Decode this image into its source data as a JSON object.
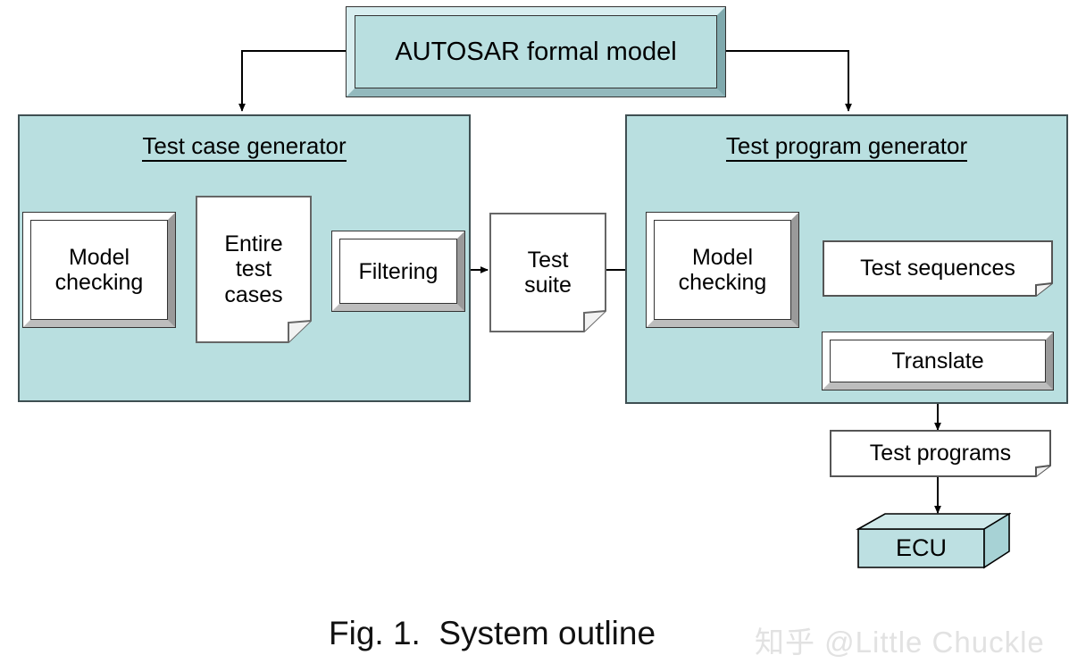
{
  "figure": {
    "caption": "Fig. 1.  System outline",
    "watermark": "知乎 @Little Chuckle",
    "colors": {
      "panel_fill": "#b9dfe0",
      "panel_border": "#3f4f52",
      "box_fill": "#ffffff",
      "bevel_light": "#ffffff",
      "bevel_shadow": "#9a9a9a",
      "line": "#000000",
      "caption_text": "#111111",
      "watermark_text": "#e2e2e2"
    }
  },
  "nodes": {
    "autosar_model": {
      "label": "AUTOSAR formal  model",
      "shape": "beveled-box",
      "fill": "cyan"
    },
    "test_case_generator": {
      "title": "Test case generator",
      "shape": "group-panel"
    },
    "test_program_generator": {
      "title": "Test program generator",
      "shape": "group-panel"
    },
    "model_checking_left": {
      "label": "Model\nchecking",
      "shape": "beveled-box"
    },
    "entire_test_cases": {
      "label": "Entire\ntest\ncases",
      "shape": "document"
    },
    "filtering": {
      "label": "Filtering",
      "shape": "beveled-box"
    },
    "test_suite": {
      "label": "Test\nsuite",
      "shape": "document"
    },
    "model_checking_right": {
      "label": "Model\nchecking",
      "shape": "beveled-box"
    },
    "test_sequences": {
      "label": "Test sequences",
      "shape": "document"
    },
    "translate": {
      "label": "Translate",
      "shape": "beveled-box"
    },
    "test_programs": {
      "label": "Test programs",
      "shape": "document"
    },
    "ecu": {
      "label": "ECU",
      "shape": "cube-3d",
      "fill": "cyan"
    }
  },
  "edges": [
    {
      "from": "autosar_model",
      "to": "test_case_generator",
      "style": "orthogonal-arrow"
    },
    {
      "from": "autosar_model",
      "to": "test_program_generator",
      "style": "orthogonal-arrow"
    },
    {
      "from": "model_checking_left",
      "to": "entire_test_cases",
      "style": "arrow"
    },
    {
      "from": "entire_test_cases",
      "to": "filtering",
      "style": "arrow"
    },
    {
      "from": "filtering",
      "to": "test_suite",
      "style": "arrow"
    },
    {
      "from": "test_suite",
      "to": "model_checking_right",
      "style": "arrow"
    },
    {
      "from": "model_checking_right",
      "to": "test_sequences",
      "style": "arrow"
    },
    {
      "from": "test_sequences",
      "to": "translate",
      "style": "arrow"
    },
    {
      "from": "translate",
      "to": "test_programs",
      "style": "arrow"
    },
    {
      "from": "test_programs",
      "to": "ecu",
      "style": "arrow"
    }
  ]
}
